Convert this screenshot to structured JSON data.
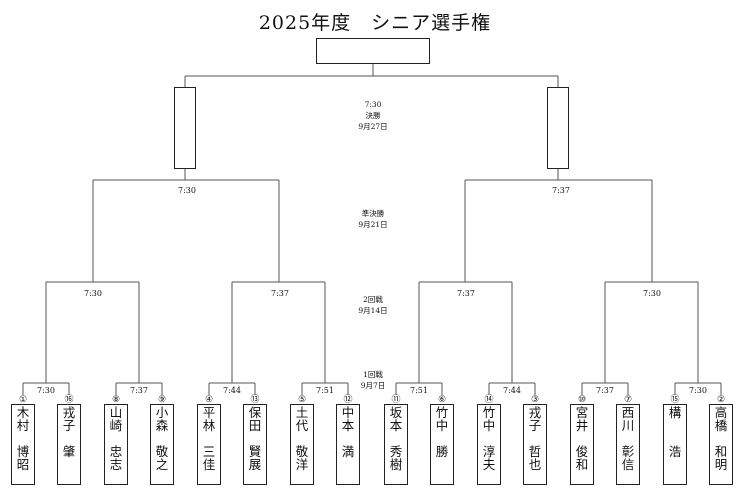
{
  "title": "2025年度　シニア選手権",
  "rounds": {
    "final": [
      "7:30",
      "決勝",
      "9月27日"
    ],
    "semi": [
      "準決勝",
      "9月21日"
    ],
    "second": [
      "2回戦",
      "9月14日"
    ],
    "first": [
      "1回戦",
      "9月7日"
    ]
  },
  "times": {
    "semi_left": "7:30",
    "semi_right": "7:37",
    "r2": [
      "7:30",
      "7:37",
      "7:37",
      "7:30"
    ],
    "r1": [
      "7:30",
      "7:37",
      "7:44",
      "7:51",
      "7:51",
      "7:44",
      "7:37",
      "7:30"
    ]
  },
  "players": [
    {
      "seed": "①",
      "name": "木村博昭"
    },
    {
      "seed": "⑯",
      "name": "戎子肇"
    },
    {
      "seed": "⑧",
      "name": "山崎忠志"
    },
    {
      "seed": "⑨",
      "name": "小森敬之"
    },
    {
      "seed": "④",
      "name": "平林三佳"
    },
    {
      "seed": "⑬",
      "name": "保田賢展"
    },
    {
      "seed": "⑤",
      "name": "土代敬洋"
    },
    {
      "seed": "⑫",
      "name": "中本満"
    },
    {
      "seed": "⑪",
      "name": "坂本秀樹"
    },
    {
      "seed": "⑥",
      "name": "竹中勝"
    },
    {
      "seed": "⑭",
      "name": "竹中淳夫"
    },
    {
      "seed": "③",
      "name": "戎子哲也"
    },
    {
      "seed": "⑩",
      "name": "宮井俊和"
    },
    {
      "seed": "⑦",
      "name": "西川彰信"
    },
    {
      "seed": "⑮",
      "name": "構浩"
    },
    {
      "seed": "②",
      "name": "高橋和明"
    }
  ]
}
